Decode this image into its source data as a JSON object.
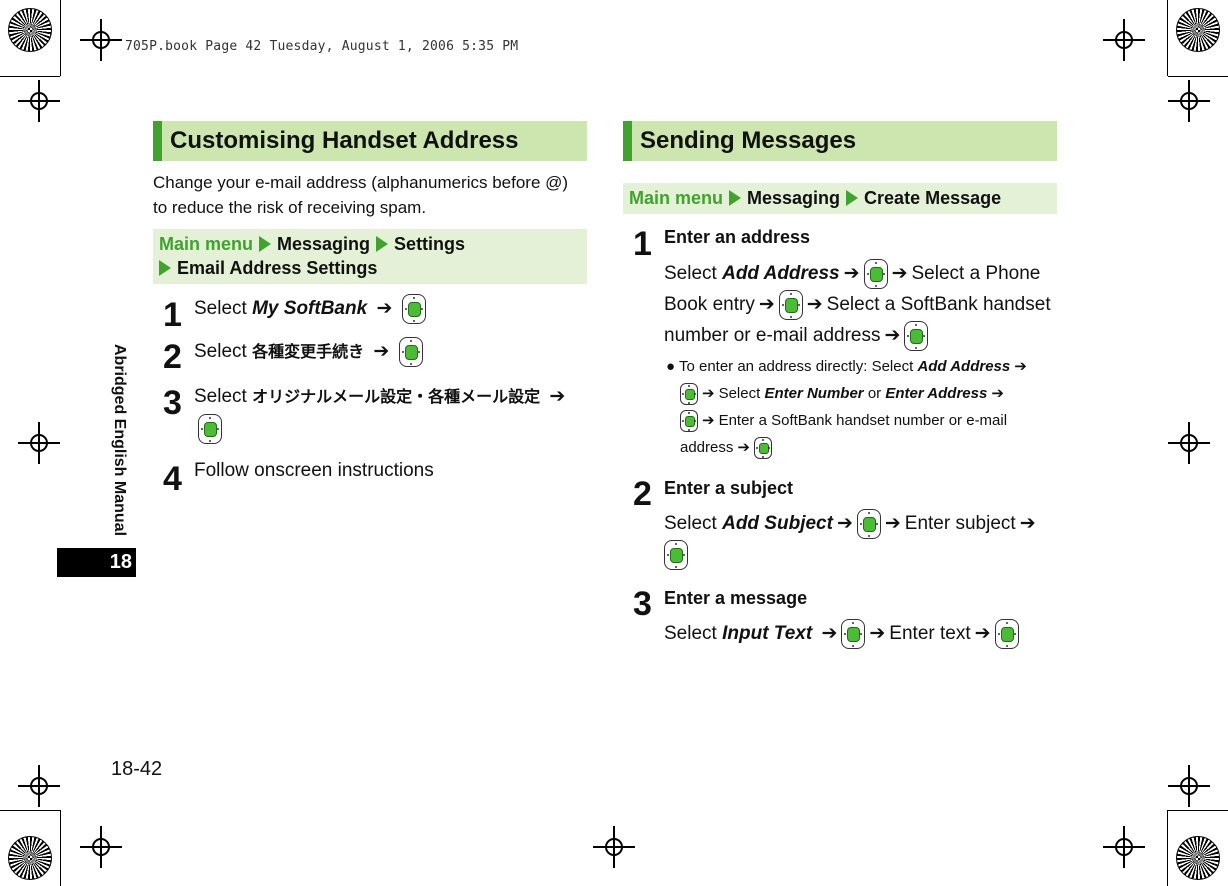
{
  "header_line": "705P.book  Page 42  Tuesday, August 1, 2006  5:35 PM",
  "side_label": "Abridged English Manual",
  "chapter_tab": "18",
  "page_number": "18-42",
  "arrow": "➔",
  "left": {
    "heading": "Customising Handset Address",
    "intro": "Change your e-mail address (alphanumerics before @) to reduce the risk of receiving spam.",
    "menu": {
      "main": "Main menu",
      "p1": "Messaging",
      "p2": "Settings",
      "p3": "Email Address Settings"
    },
    "steps": [
      {
        "num": "1",
        "select": "Select",
        "target": "My SoftBank"
      },
      {
        "num": "2",
        "select": "Select",
        "target": "各種変更手続き"
      },
      {
        "num": "3",
        "select": "Select",
        "target": "オリジナルメール設定・各種メール設定"
      },
      {
        "num": "4",
        "text": "Follow onscreen instructions"
      }
    ]
  },
  "right": {
    "heading": "Sending Messages",
    "menu": {
      "main": "Main menu",
      "p1": "Messaging",
      "p2": "Create Message"
    },
    "step1": {
      "num": "1",
      "title": "Enter an address",
      "select": "Select",
      "target": "Add Address",
      "t1": "Select a Phone",
      "t2": "Book entry",
      "t3": "Select a SoftBank handset",
      "t4": "number or e-mail address",
      "bullet": {
        "b1": "To enter an address directly: Select",
        "target": "Add Address",
        "b2": "Select",
        "num_opt": "Enter Number",
        "or": "or",
        "addr_opt": "Enter Address",
        "b3": "Enter a SoftBank handset number or e-mail",
        "b4": "address"
      }
    },
    "step2": {
      "num": "2",
      "title": "Enter a subject",
      "select": "Select",
      "target": "Add Subject",
      "t1": "Enter subject"
    },
    "step3": {
      "num": "3",
      "title": "Enter a message",
      "select": "Select",
      "target": "Input Text",
      "t1": "Enter text"
    }
  }
}
